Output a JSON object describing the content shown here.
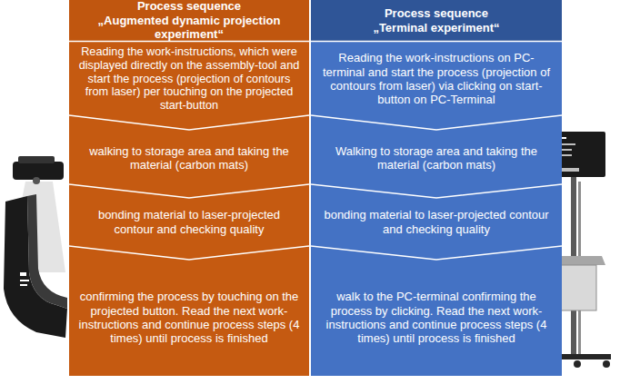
{
  "diagram": {
    "nodes": [
      {
        "text": [
          "Process sequence",
          "„Augmented dynamic projection experiment“"
        ]
      },
      {
        "text": [
          "Reading the work-instructions, which were displayed directly on the assembly-tool and start the process (projection of contours from laser) per touching on the projected start-button"
        ],
        "in": 0
      },
      {
        "text": [
          "walking to storage area and taking the material (carbon mats)"
        ],
        "in": 0
      },
      {
        "text": [
          "bonding material to laser-projected contour and checking quality"
        ],
        "in": 0
      },
      {
        "text": [
          "confirming the process by touching on the projected button. Read the next work-instructions and continue process steps (4 times) until process is finished"
        ],
        "in": 0
      },
      {
        "text": [
          "Process sequence",
          "„Terminal experiment“"
        ]
      },
      {
        "text": [
          "Reading the work-instructions on PC-terminal and start the process (projection of contours from laser) via clicking on start-button on PC-Terminal"
        ],
        "in": 5
      },
      {
        "text": [
          "Walking to storage area and taking the material (carbon mats)"
        ],
        "in": 5
      },
      {
        "text": [
          "bonding material to laser-projected contour and checking quality"
        ],
        "in": 5
      },
      {
        "text": [
          "walk to the PC-terminal confirming the process by clicking. Read the next work-instructions and continue process steps (4 times) until process is finished"
        ],
        "in": 5
      }
    ],
    "edges": []
  }
}
